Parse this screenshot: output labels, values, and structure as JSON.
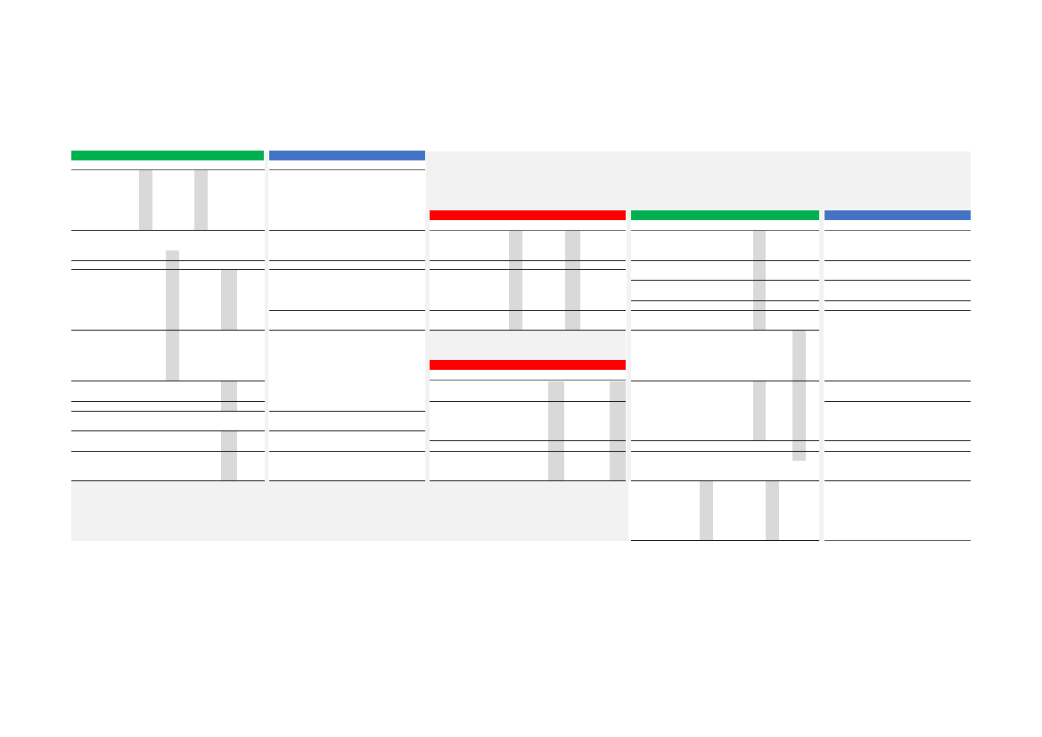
{
  "colors": {
    "green": "#00b050",
    "blue": "#4472c4",
    "red": "#ff0000",
    "panel": "#f2f2f2",
    "column_shade": "#d9d9d9",
    "rule": "#1a1a1a"
  },
  "sections": [
    {
      "name": "block-1",
      "header_color": "green"
    },
    {
      "name": "block-2",
      "header_color": "blue"
    },
    {
      "name": "block-3",
      "header_color": "red"
    },
    {
      "name": "block-4",
      "header_color": "green"
    },
    {
      "name": "block-5",
      "header_color": "blue"
    },
    {
      "name": "block-6",
      "header_color": "red"
    }
  ],
  "text": {}
}
